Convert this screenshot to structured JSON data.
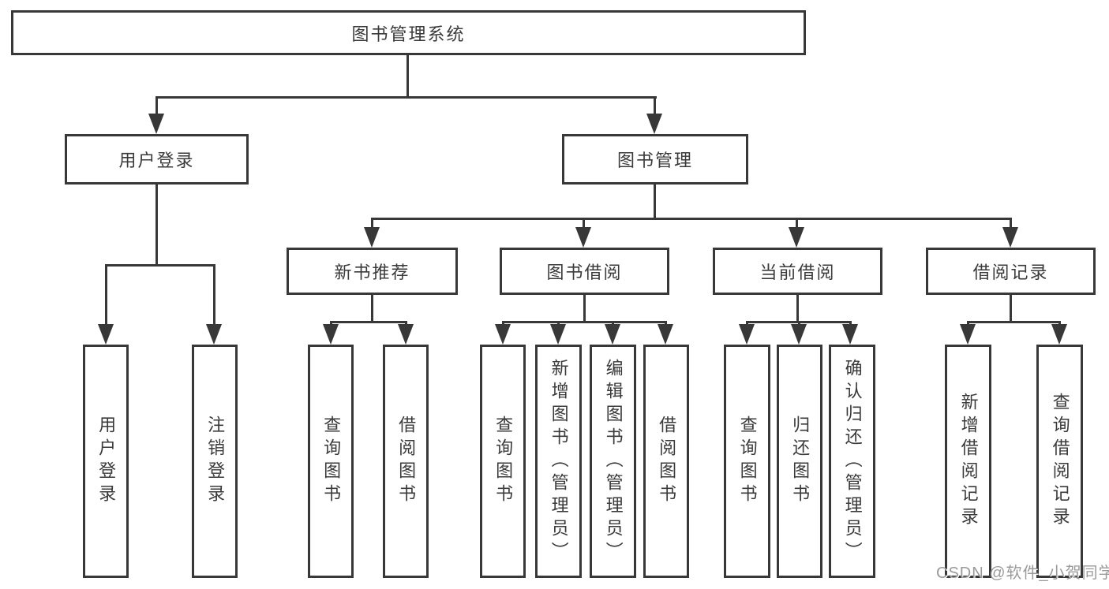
{
  "diagram_title": "图书管理系统",
  "colors": {
    "line": "#383838",
    "box_border": "#383838",
    "box_fill": "#ffffff",
    "text": "#3a3a3a",
    "watermark": "#9a9a9a"
  },
  "tree": {
    "root": {
      "label": "图书管理系统",
      "children": [
        "用户登录",
        "图书管理"
      ]
    },
    "level2": [
      {
        "label": "用户登录",
        "children": [
          "用户登录",
          "注销登录"
        ]
      },
      {
        "label": "图书管理",
        "children": [
          "新书推荐",
          "图书借阅",
          "当前借阅",
          "借阅记录"
        ]
      }
    ],
    "level3": [
      {
        "label": "新书推荐",
        "children": [
          "查询图书",
          "借阅图书"
        ]
      },
      {
        "label": "图书借阅",
        "children": [
          "查询图书",
          "新增图书（管理员）",
          "编辑图书（管理员）",
          "借阅图书"
        ]
      },
      {
        "label": "当前借阅",
        "children": [
          "查询图书",
          "归还图书",
          "确认归还（管理员）"
        ]
      },
      {
        "label": "借阅记录",
        "children": [
          "新增借阅记录",
          "查询借阅记录"
        ]
      }
    ],
    "leaves": [
      "用户登录",
      "注销登录",
      "查询图书",
      "借阅图书",
      "查询图书",
      "新增图书（管理员）",
      "编辑图书（管理员）",
      "借阅图书",
      "查询图书",
      "归还图书",
      "确认归还（管理员）",
      "新增借阅记录",
      "查询借阅记录"
    ]
  },
  "watermark": {
    "text": "CSDN @软件_小贺同学"
  }
}
